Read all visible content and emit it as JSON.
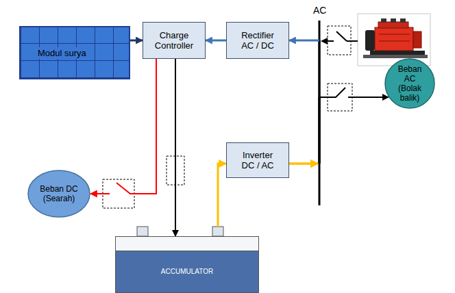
{
  "diagram": {
    "nodes": [
      {
        "text": [
          "Charge Controller"
        ]
      },
      {
        "text": [
          "Rectifier AC / DC"
        ]
      },
      {
        "text": [
          "Modul surya"
        ]
      },
      {
        "text": [
          "Beban AC (Bolak balik)"
        ]
      },
      {
        "text": [
          "Inverter DC / AC"
        ]
      },
      {
        "text": [
          "Beban DC (Searah)"
        ]
      },
      {
        "text": [
          "ACCUMULATOR"
        ]
      }
    ],
    "edges": [
      {
        "from": 2,
        "to": 0,
        "arrow": "to"
      },
      {
        "from": 1,
        "to": 0,
        "arrow": "to"
      },
      {
        "from": 0,
        "to": 6,
        "arrow": "to"
      },
      {
        "from": 0,
        "to": 5,
        "arrow": "to"
      },
      {
        "from": 6,
        "to": 4,
        "arrow": "to"
      },
      {
        "from": 4,
        "to": 1,
        "arrow": "to"
      },
      {
        "from": 4,
        "to": 3,
        "arrow": "to"
      }
    ],
    "labels": [
      "AC"
    ]
  }
}
